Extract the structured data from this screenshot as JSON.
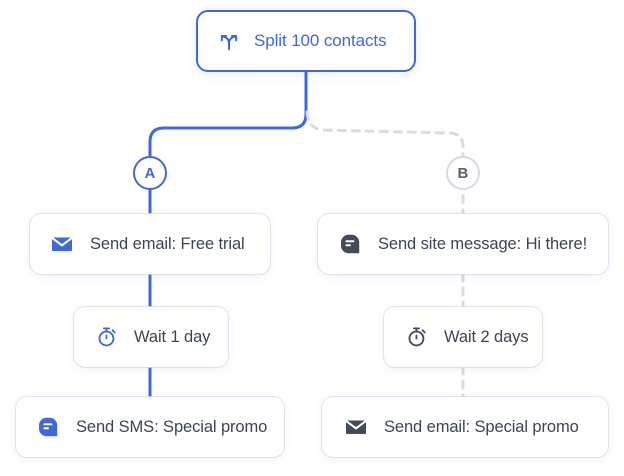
{
  "colors": {
    "accent_blue": "#3f68dd",
    "active_line": "#3f68dd",
    "inactive_line": "#d9dce4",
    "inactive_icon": "#434a5a",
    "text_dark": "#3c4453",
    "card_background": "#ffffff",
    "page_background": "#ffffff"
  },
  "root": {
    "label": "Split 100 contacts",
    "icon": "split-branch-icon"
  },
  "branches": [
    {
      "badge": "A",
      "state": "active",
      "nodes": [
        {
          "label": "Send email: Free trial",
          "icon": "envelope-icon"
        },
        {
          "label": "Wait 1 day",
          "icon": "stopwatch-icon"
        },
        {
          "label": "Send SMS: Special promo",
          "icon": "sms-bubble-icon"
        }
      ]
    },
    {
      "badge": "B",
      "state": "inactive",
      "nodes": [
        {
          "label": "Send site message: Hi there!",
          "icon": "chat-bubble-icon"
        },
        {
          "label": "Wait 2 days",
          "icon": "stopwatch-icon"
        },
        {
          "label": "Send email: Special promo",
          "icon": "envelope-icon"
        }
      ]
    }
  ]
}
